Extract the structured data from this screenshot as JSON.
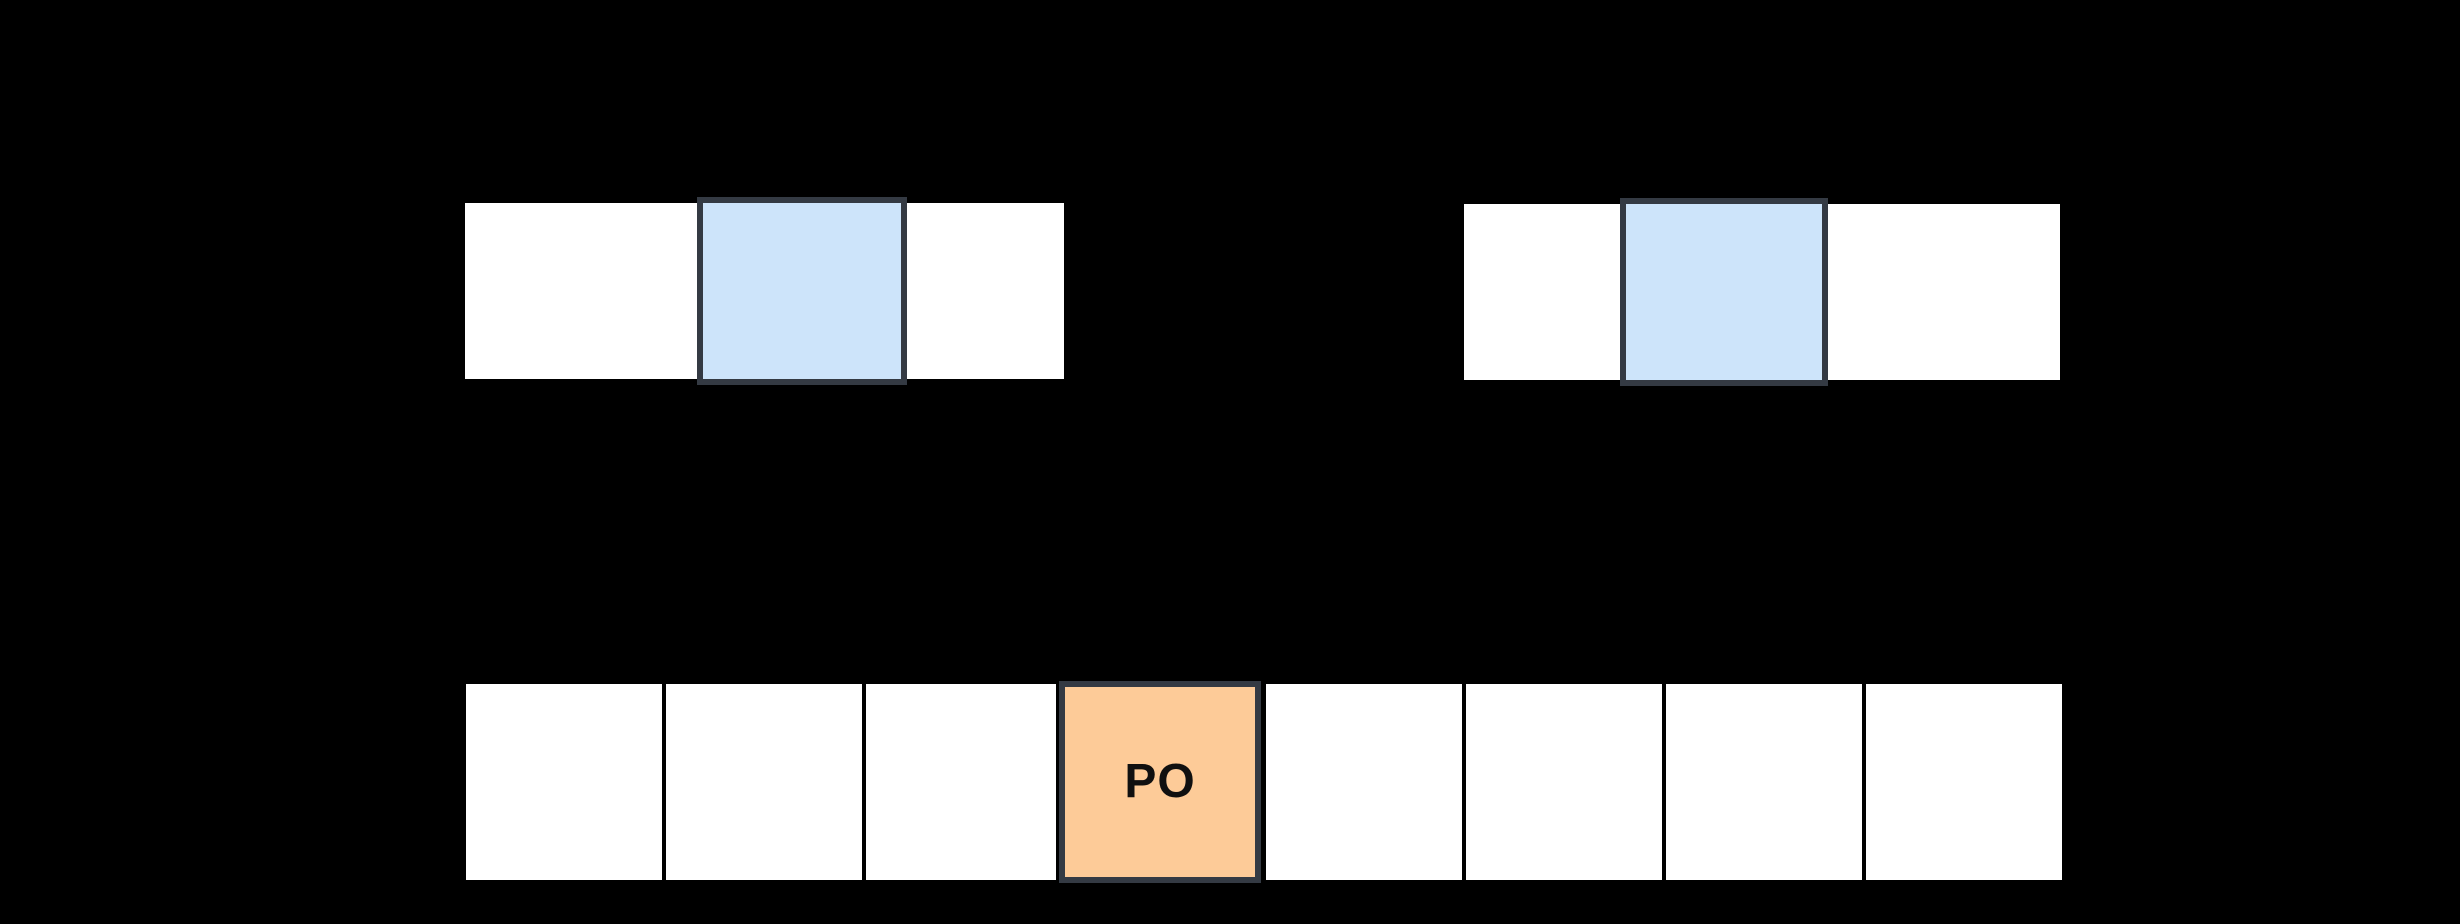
{
  "diagram": {
    "background_color": "#000000",
    "colors": {
      "plain_cell_fill": "#ffffff",
      "blue_highlight_fill": "#cde4fa",
      "orange_highlight_fill": "#fdcb98",
      "stroke": "#343a43",
      "label_text": "#101010"
    },
    "top_left_row": {
      "cells": [
        {
          "kind": "plain",
          "label": ""
        },
        {
          "kind": "highlight-blue",
          "label": ""
        },
        {
          "kind": "plain",
          "label": ""
        }
      ]
    },
    "top_right_row": {
      "cells": [
        {
          "kind": "plain",
          "label": ""
        },
        {
          "kind": "highlight-blue",
          "label": ""
        },
        {
          "kind": "plain",
          "label": ""
        }
      ]
    },
    "bottom_row": {
      "cells": [
        {
          "kind": "plain",
          "label": ""
        },
        {
          "kind": "plain",
          "label": ""
        },
        {
          "kind": "plain",
          "label": ""
        },
        {
          "kind": "highlight-orange",
          "label": "PO"
        },
        {
          "kind": "plain",
          "label": ""
        },
        {
          "kind": "plain",
          "label": ""
        },
        {
          "kind": "plain",
          "label": ""
        },
        {
          "kind": "plain",
          "label": ""
        }
      ]
    }
  }
}
